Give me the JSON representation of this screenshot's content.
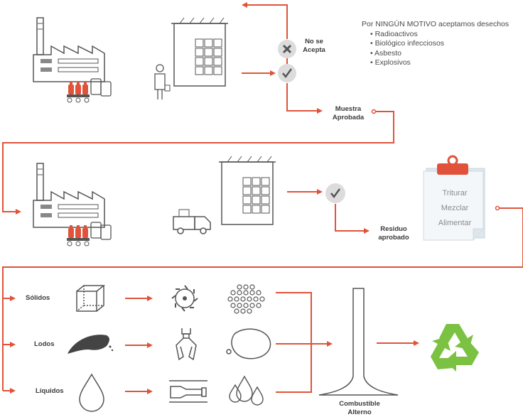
{
  "colors": {
    "arrow": "#e0533a",
    "icon": "#555555",
    "accent": "#e0533a",
    "recycle": "#7cc242"
  },
  "labels": {
    "no_se_acepta": [
      "No se",
      "Acepta"
    ],
    "muestra_aprobada": [
      "Muestra",
      "Aprobada"
    ],
    "residuo_aprobado": [
      "Residuo",
      "aprobado"
    ],
    "combustible_alterno": [
      "Combustible",
      "Alterno"
    ]
  },
  "note": {
    "heading": "Por NINGÚN MOTIVO aceptamos desechos",
    "items": [
      "Radioactivos",
      "Biológico infecciosos",
      "Asbesto",
      "Explosivos"
    ]
  },
  "clipboard": {
    "lines": [
      "Triturar",
      "Mezclar",
      "Alimentar"
    ]
  },
  "waste_types": [
    {
      "label": "Sólidos"
    },
    {
      "label": "Lodos"
    },
    {
      "label": "Líquidos"
    }
  ],
  "icons": {
    "factory": "factory-icon",
    "warehouse": "warehouse-icon",
    "person": "person-icon",
    "truck": "truck-icon",
    "reject": "x-circle-icon",
    "accept": "check-circle-icon",
    "clipboard": "clipboard-icon",
    "cube": "cube-icon",
    "sludge": "sludge-icon",
    "drop": "drop-icon",
    "saw": "saw-blade-icon",
    "claw": "claw-icon",
    "pump": "pump-icon",
    "pellets": "pellets-icon",
    "blob": "blob-icon",
    "drops": "drops-icon",
    "kiln": "kiln-icon",
    "recycle": "recycle-icon"
  }
}
